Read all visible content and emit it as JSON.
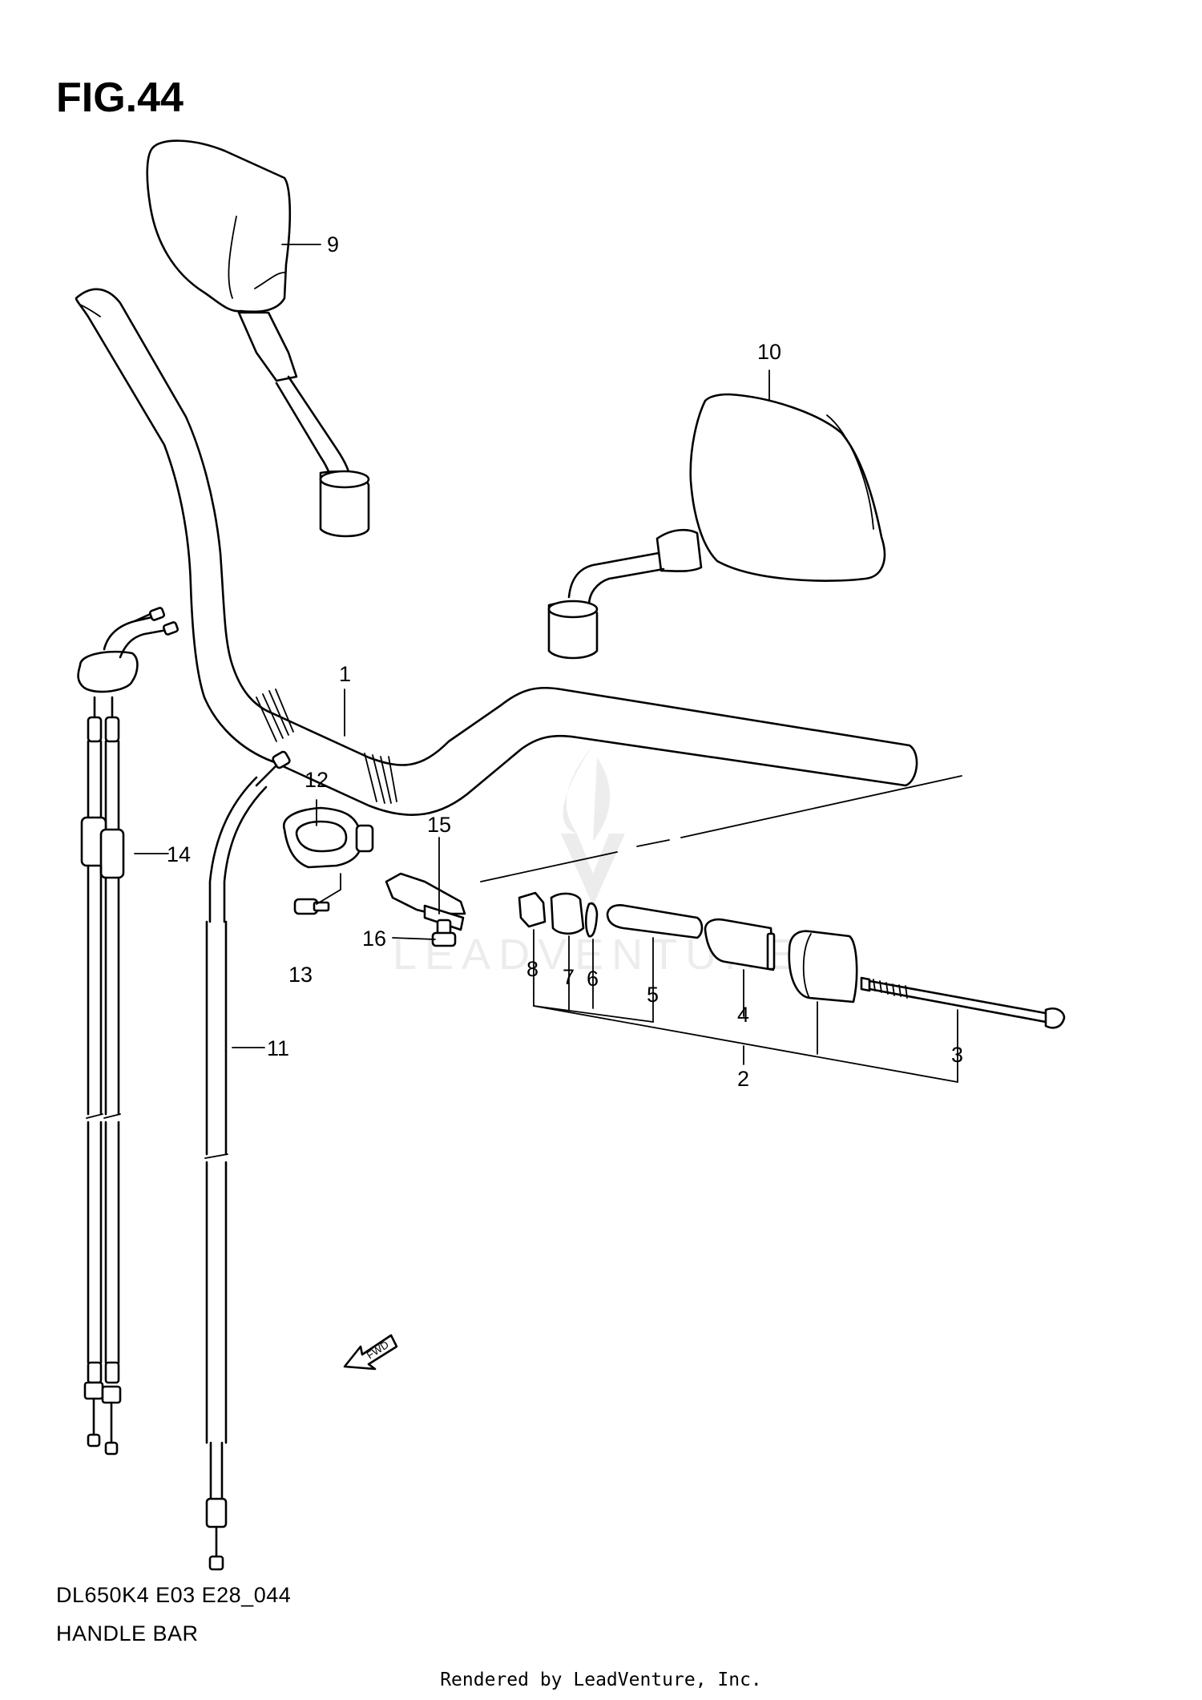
{
  "figure_title": "FIG.44",
  "model_code": "DL650K4 E03 E28_044",
  "section_name": "HANDLE BAR",
  "footer": "Rendered by LeadVenture, Inc.",
  "watermark": "LEADVENTURE",
  "fwd_label": "FWD",
  "callouts": [
    "1",
    "2",
    "3",
    "4",
    "5",
    "6",
    "7",
    "8",
    "9",
    "10",
    "11",
    "12",
    "13",
    "14",
    "15",
    "16"
  ]
}
